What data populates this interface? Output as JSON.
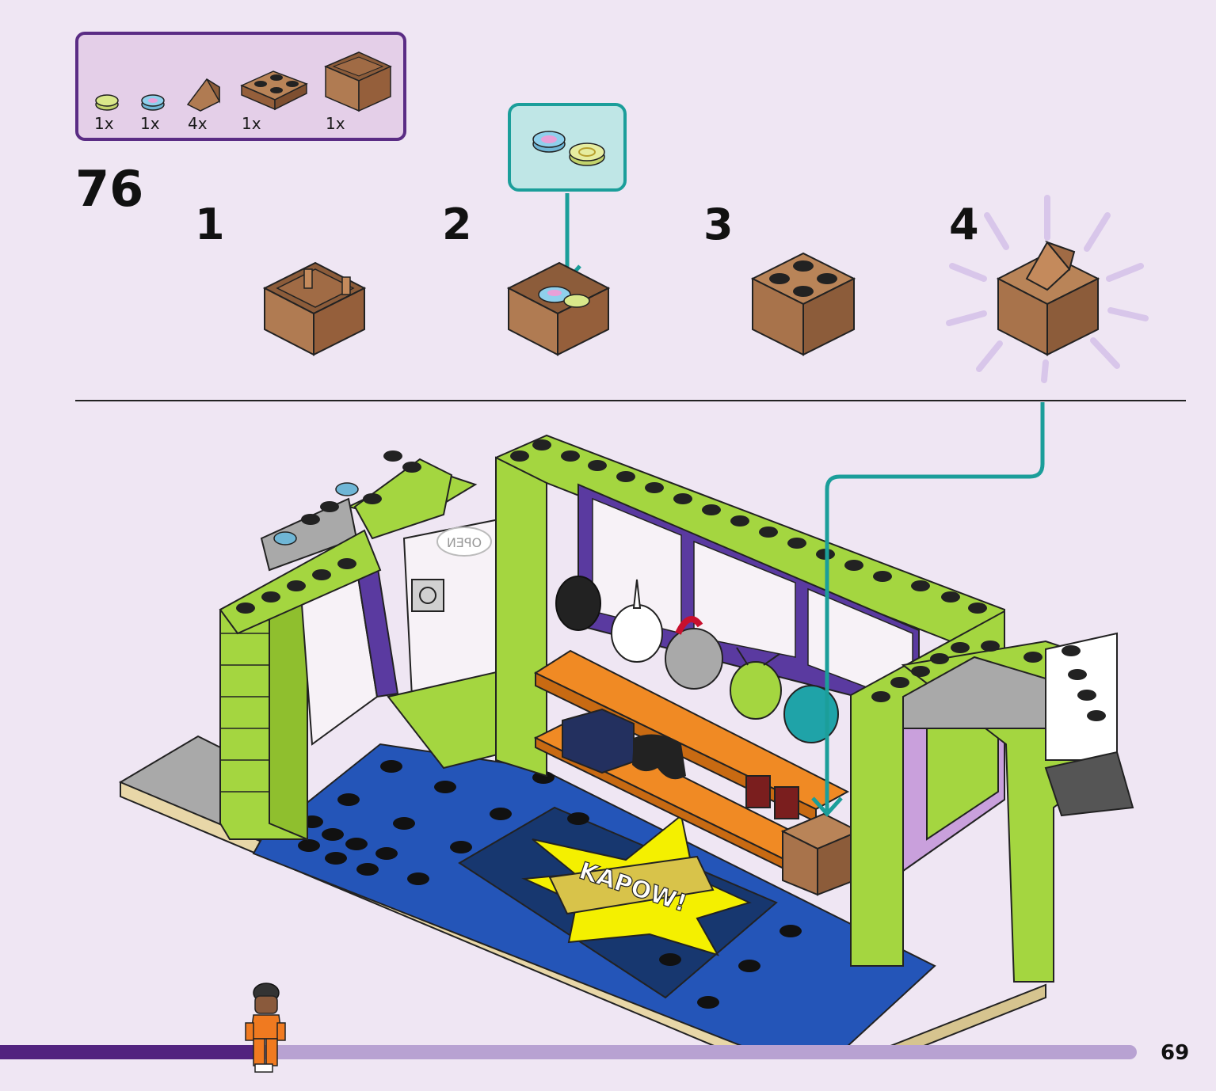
{
  "parts": {
    "items": [
      {
        "name": "lime-round-tile-printed",
        "qty": "1x",
        "color": "#d9e88a"
      },
      {
        "name": "blue-round-tile-printed",
        "qty": "1x",
        "color": "#8fd0ec"
      },
      {
        "name": "brown-slope-brick",
        "qty": "4x",
        "color": "#b07b52"
      },
      {
        "name": "brown-plate-2x2",
        "qty": "1x",
        "color": "#a8734b"
      },
      {
        "name": "brown-container-box",
        "qty": "1x",
        "color": "#b07b52"
      }
    ]
  },
  "step": {
    "number": "76"
  },
  "substeps": [
    "1",
    "2",
    "3",
    "4"
  ],
  "page": {
    "number": "69"
  },
  "progress": {
    "fraction": 0.228
  },
  "scene": {
    "sign_text": "KAPOW!",
    "door_sign_text": "OPEN"
  },
  "colors": {
    "background": "#efe6f3",
    "accent_purple": "#5a2c84",
    "callout_teal": "#1b9e9a",
    "lime": "#a4d640",
    "floor_blue": "#2455b8",
    "brick_brown": "#a8734b",
    "sign_yellow": "#f4f000"
  }
}
